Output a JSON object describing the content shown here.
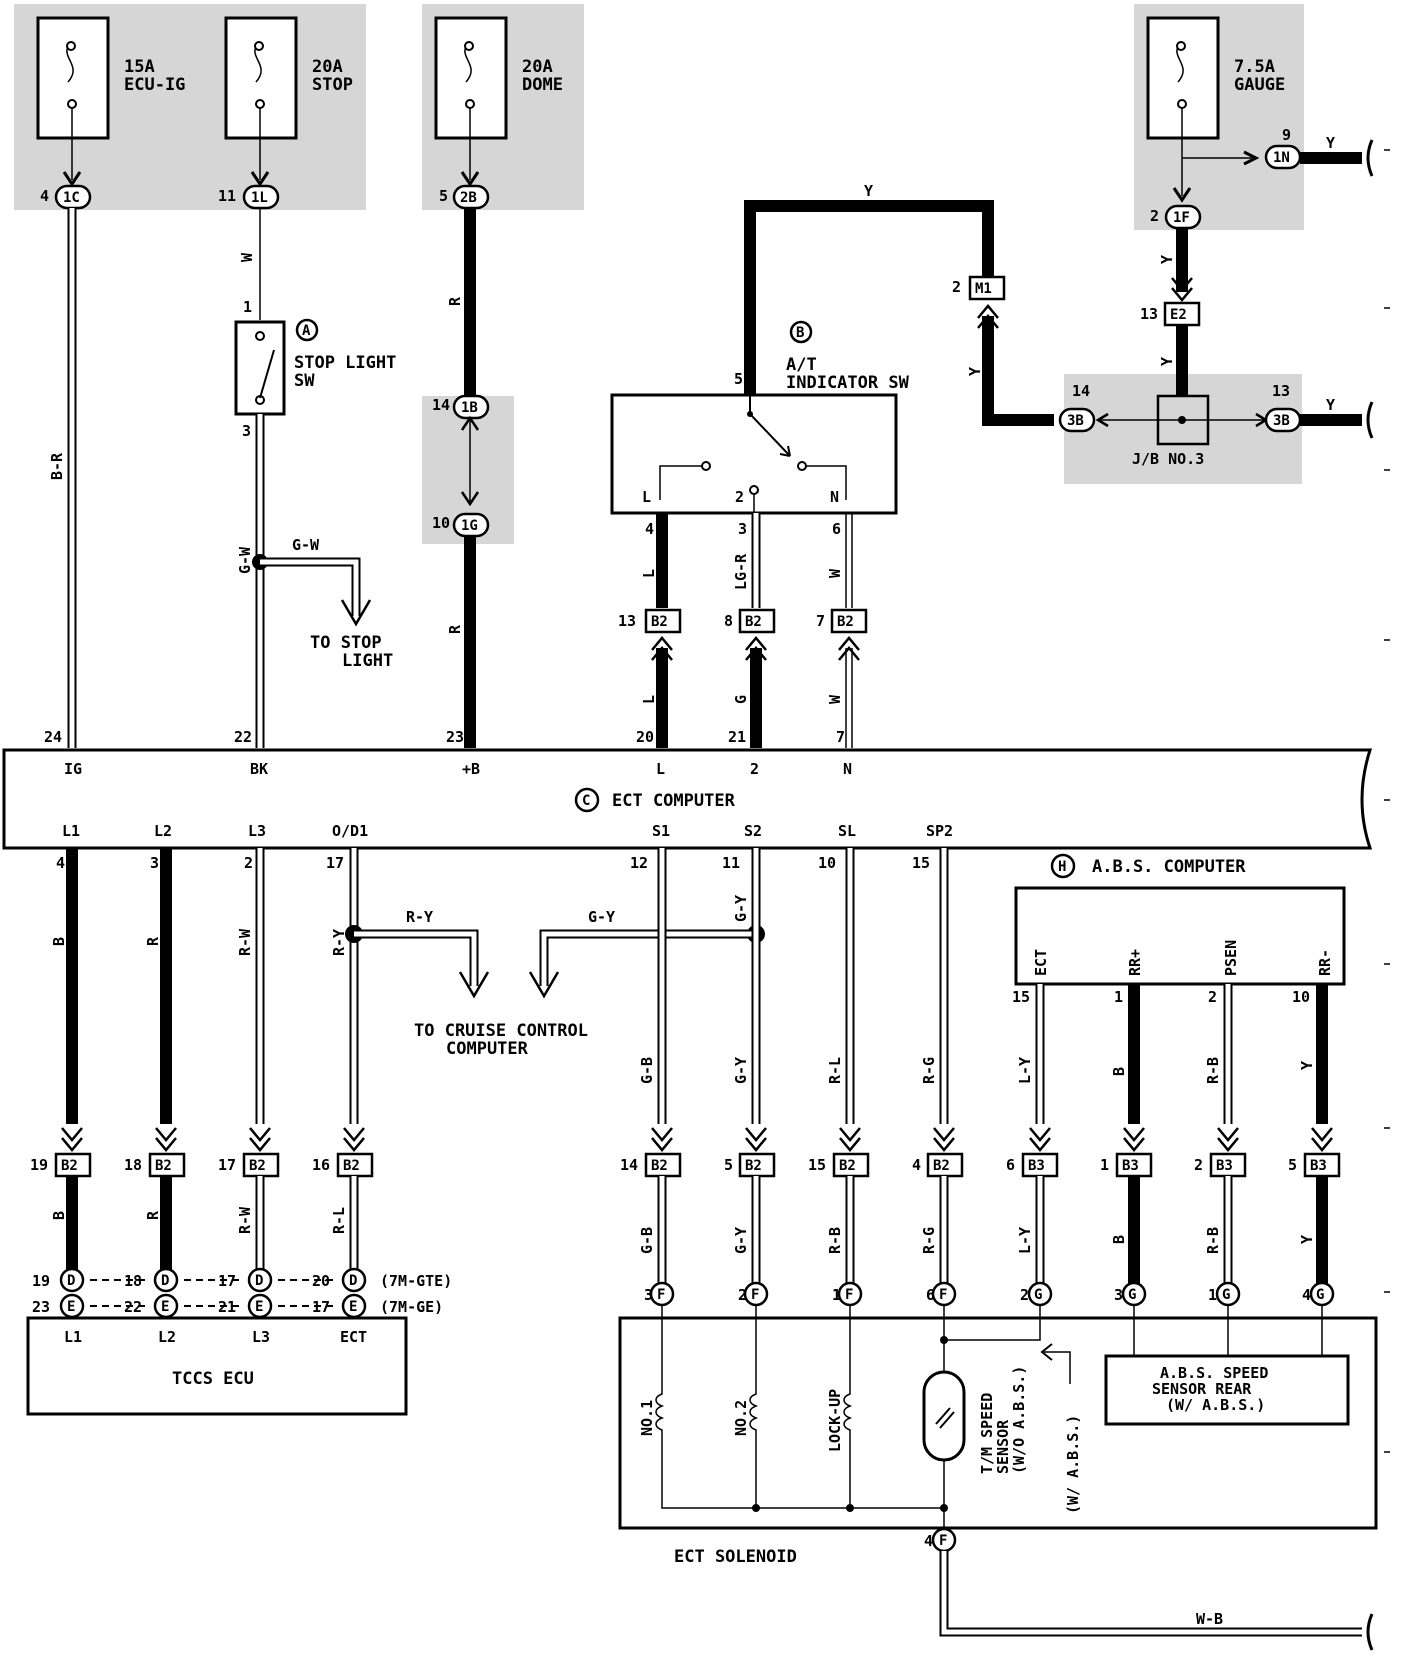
{
  "fuses": {
    "ecu_ig": {
      "rating": "15A",
      "name": "ECU-IG"
    },
    "stop": {
      "rating": "20A",
      "name": "STOP"
    },
    "dome": {
      "rating": "20A",
      "name": "DOME"
    },
    "gauge": {
      "rating": "7.5A",
      "name": "GAUGE"
    }
  },
  "components": {
    "stop_light_sw": {
      "ref": "A",
      "line1": "STOP LIGHT",
      "line2": "SW"
    },
    "at_indicator_sw": {
      "ref": "B",
      "line1": "A/T",
      "line2": "INDICATOR SW"
    },
    "ect_computer": {
      "ref": "C",
      "name": "ECT COMPUTER"
    },
    "abs_computer": {
      "ref": "H",
      "name": "A.B.S. COMPUTER"
    },
    "tccs_ecu": {
      "name": "TCCS ECU"
    },
    "ect_solenoid": {
      "name": "ECT SOLENOID"
    },
    "jb": {
      "name": "J/B NO.3"
    },
    "abs_speed_sensor": {
      "line1": "A.B.S. SPEED",
      "line2": "SENSOR REAR",
      "line3": "(W/ A.B.S.)"
    },
    "tm_speed_sensor": {
      "line1": "T/M SPEED",
      "line2": "SENSOR",
      "line3": "(W/O A.B.S.)"
    },
    "w_abs": "(W/ A.B.S.)"
  },
  "destinations": {
    "stop_light": {
      "line1": "TO STOP",
      "line2": "LIGHT"
    },
    "cruise": {
      "line1": "TO CRUISE CONTROL",
      "line2": "COMPUTER"
    }
  },
  "ect_terminals_top": [
    "IG",
    "BK",
    "+B",
    "L",
    "2",
    "N"
  ],
  "ect_pins_top": [
    "24",
    "22",
    "23",
    "20",
    "21",
    "7"
  ],
  "ect_terminals_bottom": [
    "L1",
    "L2",
    "L3",
    "O/D1",
    "S1",
    "S2",
    "SL",
    "SP2"
  ],
  "ect_pins_bottom": [
    "4",
    "3",
    "2",
    "17",
    "12",
    "11",
    "10",
    "15"
  ],
  "abs_terminals": [
    "ECT",
    "RR+",
    "PSEN",
    "RR-"
  ],
  "abs_pins": [
    "15",
    "1",
    "2",
    "10"
  ],
  "switch_terminals": [
    "L",
    "2",
    "N"
  ],
  "switch_pins_top": "5",
  "switch_pins_bottom": [
    "4",
    "3",
    "6"
  ],
  "connectors": {
    "fuse_pins": [
      {
        "num": "4",
        "code": "1C"
      },
      {
        "num": "11",
        "code": "1L"
      },
      {
        "num": "5",
        "code": "2B"
      },
      {
        "num": "9",
        "code": "1N"
      },
      {
        "num": "2",
        "code": "1F"
      }
    ],
    "dome_mid": [
      {
        "num": "14",
        "code": "1B"
      },
      {
        "num": "10",
        "code": "1G"
      }
    ],
    "m1": {
      "num": "2",
      "code": "M1"
    },
    "e2": {
      "num": "13",
      "code": "E2"
    },
    "jb_pins": [
      {
        "num": "14",
        "code": "3B"
      },
      {
        "num": "13",
        "code": "3B"
      }
    ],
    "switch_b2": [
      {
        "num": "13",
        "code": "B2"
      },
      {
        "num": "8",
        "code": "B2"
      },
      {
        "num": "7",
        "code": "B2"
      }
    ],
    "lower_b2": [
      {
        "num": "19",
        "code": "B2"
      },
      {
        "num": "18",
        "code": "B2"
      },
      {
        "num": "17",
        "code": "B2"
      },
      {
        "num": "16",
        "code": "B2"
      },
      {
        "num": "14",
        "code": "B2"
      },
      {
        "num": "5",
        "code": "B2"
      },
      {
        "num": "15",
        "code": "B2"
      },
      {
        "num": "4",
        "code": "B2"
      }
    ],
    "lower_b3": [
      {
        "num": "6",
        "code": "B3"
      },
      {
        "num": "1",
        "code": "B3"
      },
      {
        "num": "2",
        "code": "B3"
      },
      {
        "num": "5",
        "code": "B3"
      }
    ],
    "tccs_d": {
      "nums": [
        "19",
        "18",
        "17",
        "20"
      ],
      "code": "D",
      "label": "(7M-GTE)"
    },
    "tccs_e": {
      "nums": [
        "23",
        "22",
        "21",
        "17"
      ],
      "code": "E",
      "label": "(7M-GE)"
    },
    "tccs_terminals": [
      "L1",
      "L2",
      "L3",
      "ECT"
    ],
    "solenoid_pins": [
      {
        "num": "3",
        "code": "F"
      },
      {
        "num": "2",
        "code": "F"
      },
      {
        "num": "1",
        "code": "F"
      },
      {
        "num": "6",
        "code": "F"
      },
      {
        "num": "2",
        "code": "G"
      },
      {
        "num": "3",
        "code": "G"
      },
      {
        "num": "1",
        "code": "G"
      },
      {
        "num": "4",
        "code": "G"
      }
    ],
    "ground_pin": {
      "num": "4",
      "code": "F"
    }
  },
  "solenoids": [
    "NO.1",
    "NO.2",
    "LOCK-UP"
  ],
  "wire_colors": {
    "ecu_ig": "B-R",
    "stop_top": "W",
    "stop_bottom": "G-W",
    "stop_branch": "G-W",
    "dome_top": "R",
    "dome_bottom": "R",
    "gauge_out": "Y",
    "gauge_down": "Y",
    "e2_down": "Y",
    "jb_right": "Y",
    "m1_top": "Y",
    "m1_side": "Y",
    "sw_l_top": "L",
    "sw_2_top": "LG-R",
    "sw_n_top": "W",
    "sw_l_bottom": "L",
    "sw_2_bottom": "G",
    "sw_n_bottom": "W",
    "l1_top": "B",
    "l2_top": "R",
    "l3_top": "R-W",
    "od1_top": "R-Y",
    "od1_branch": "R-Y",
    "s2_branch": "G-Y",
    "s1_top": "G-B",
    "s2_top": "G-Y",
    "s2_upper": "G-Y",
    "sl_top": "R-L",
    "sp2_top": "R-G",
    "ect_abs": "L-Y",
    "rrplus": "B",
    "psen": "R-B",
    "rrminus": "Y",
    "l1_bottom": "B",
    "l2_bottom": "R",
    "l3_bottom": "R-W",
    "od1_bottom": "R-L",
    "s1_bottom": "G-B",
    "s2_bottom": "G-Y",
    "sl_bottom": "R-B",
    "sp2_bottom": "R-G",
    "ect_abs_bottom": "L-Y",
    "rrplus_bottom": "B",
    "psen_bottom": "R-B",
    "rrminus_bottom": "Y",
    "ground": "W-B"
  }
}
